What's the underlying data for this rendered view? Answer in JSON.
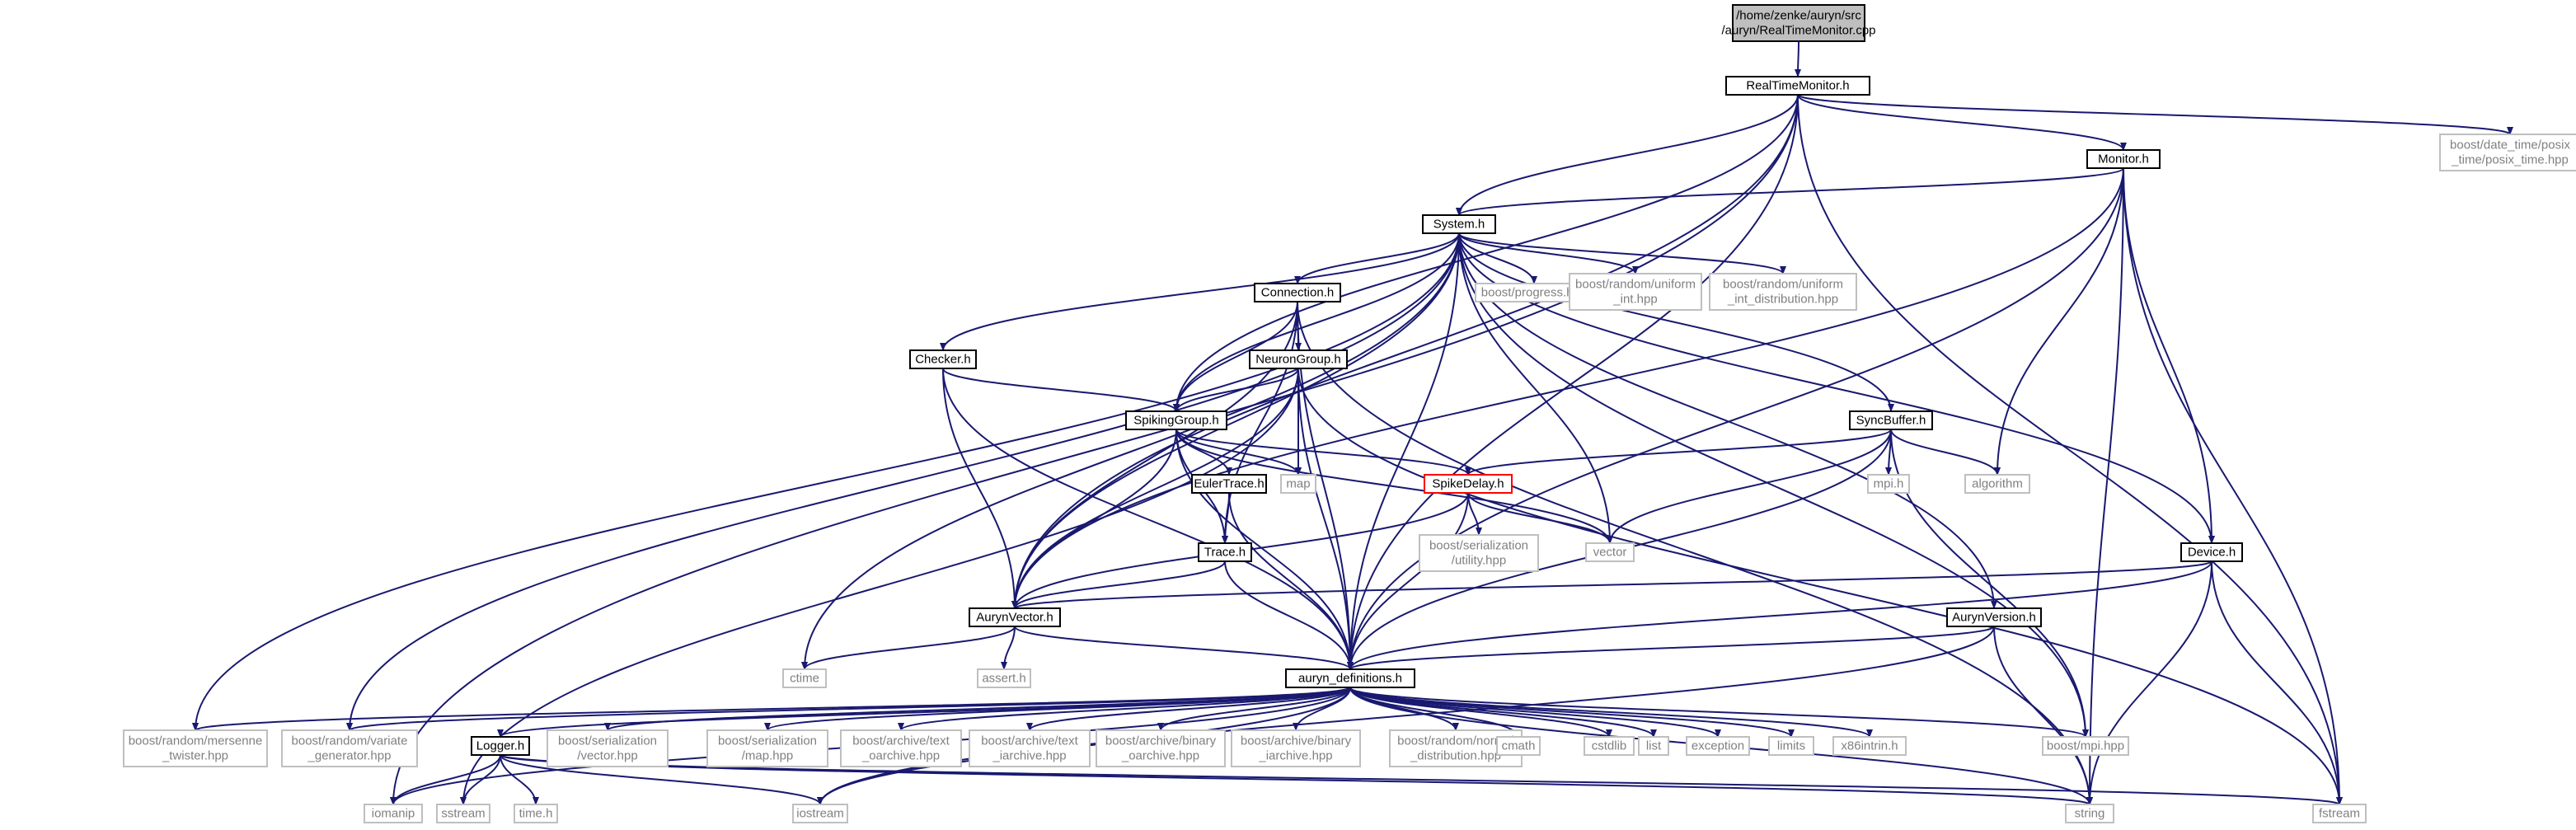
{
  "colors": {
    "edge": "#191970",
    "node_border": "#000000",
    "node_border_ext": "#bfbfbf",
    "node_border_incomplete": "#ff0000",
    "root_fill": "#bfbfbf",
    "node_text": "#000000",
    "ext_text": "#808080"
  },
  "nodes": [
    {
      "id": "root",
      "lines": [
        "/home/zenke/auryn/src",
        "/auryn/RealTimeMonitor.cpp"
      ],
      "kind": "root"
    },
    {
      "id": "rtm",
      "lines": [
        "RealTimeMonitor.h"
      ],
      "kind": "header"
    },
    {
      "id": "posix",
      "lines": [
        "boost/date_time/posix",
        "_time/posix_time.hpp"
      ],
      "kind": "external"
    },
    {
      "id": "monitor",
      "lines": [
        "Monitor.h"
      ],
      "kind": "header"
    },
    {
      "id": "system",
      "lines": [
        "System.h"
      ],
      "kind": "header"
    },
    {
      "id": "progress",
      "lines": [
        "boost/progress.hpp"
      ],
      "kind": "external"
    },
    {
      "id": "uniint",
      "lines": [
        "boost/random/uniform",
        "_int.hpp"
      ],
      "kind": "external"
    },
    {
      "id": "uniintd",
      "lines": [
        "boost/random/uniform",
        "_int_distribution.hpp"
      ],
      "kind": "external"
    },
    {
      "id": "connection",
      "lines": [
        "Connection.h"
      ],
      "kind": "header"
    },
    {
      "id": "neurongroup",
      "lines": [
        "NeuronGroup.h"
      ],
      "kind": "header"
    },
    {
      "id": "checker",
      "lines": [
        "Checker.h"
      ],
      "kind": "header"
    },
    {
      "id": "spiking",
      "lines": [
        "SpikingGroup.h"
      ],
      "kind": "header"
    },
    {
      "id": "syncbuffer",
      "lines": [
        "SyncBuffer.h"
      ],
      "kind": "header"
    },
    {
      "id": "eulertrace",
      "lines": [
        "EulerTrace.h"
      ],
      "kind": "header"
    },
    {
      "id": "map",
      "lines": [
        "map"
      ],
      "kind": "external"
    },
    {
      "id": "spikedelay",
      "lines": [
        "SpikeDelay.h"
      ],
      "kind": "incomplete"
    },
    {
      "id": "mpih",
      "lines": [
        "mpi.h"
      ],
      "kind": "external"
    },
    {
      "id": "algorithm",
      "lines": [
        "algorithm"
      ],
      "kind": "external"
    },
    {
      "id": "trace",
      "lines": [
        "Trace.h"
      ],
      "kind": "header"
    },
    {
      "id": "serutil",
      "lines": [
        "boost/serialization",
        "/utility.hpp"
      ],
      "kind": "external"
    },
    {
      "id": "vector",
      "lines": [
        "vector"
      ],
      "kind": "external"
    },
    {
      "id": "device",
      "lines": [
        "Device.h"
      ],
      "kind": "header"
    },
    {
      "id": "aurynvector",
      "lines": [
        "AurynVector.h"
      ],
      "kind": "header"
    },
    {
      "id": "aurynversion",
      "lines": [
        "AurynVersion.h"
      ],
      "kind": "header"
    },
    {
      "id": "ctime",
      "lines": [
        "ctime"
      ],
      "kind": "external"
    },
    {
      "id": "asserth",
      "lines": [
        "assert.h"
      ],
      "kind": "external"
    },
    {
      "id": "defs",
      "lines": [
        "auryn_definitions.h"
      ],
      "kind": "header"
    },
    {
      "id": "mersenne",
      "lines": [
        "boost/random/mersenne",
        "_twister.hpp"
      ],
      "kind": "external"
    },
    {
      "id": "variate",
      "lines": [
        "boost/random/variate",
        "_generator.hpp"
      ],
      "kind": "external"
    },
    {
      "id": "logger",
      "lines": [
        "Logger.h"
      ],
      "kind": "header"
    },
    {
      "id": "servector",
      "lines": [
        "boost/serialization",
        "/vector.hpp"
      ],
      "kind": "external"
    },
    {
      "id": "sermap",
      "lines": [
        "boost/serialization",
        "/map.hpp"
      ],
      "kind": "external"
    },
    {
      "id": "textoarch",
      "lines": [
        "boost/archive/text",
        "_oarchive.hpp"
      ],
      "kind": "external"
    },
    {
      "id": "textiarch",
      "lines": [
        "boost/archive/text",
        "_iarchive.hpp"
      ],
      "kind": "external"
    },
    {
      "id": "binoarch",
      "lines": [
        "boost/archive/binary",
        "_oarchive.hpp"
      ],
      "kind": "external"
    },
    {
      "id": "biniarch",
      "lines": [
        "boost/archive/binary",
        "_iarchive.hpp"
      ],
      "kind": "external"
    },
    {
      "id": "normal",
      "lines": [
        "boost/random/normal",
        "_distribution.hpp"
      ],
      "kind": "external"
    },
    {
      "id": "cmath",
      "lines": [
        "cmath"
      ],
      "kind": "external"
    },
    {
      "id": "cstdlib",
      "lines": [
        "cstdlib"
      ],
      "kind": "external"
    },
    {
      "id": "list",
      "lines": [
        "list"
      ],
      "kind": "external"
    },
    {
      "id": "exception",
      "lines": [
        "exception"
      ],
      "kind": "external"
    },
    {
      "id": "limits",
      "lines": [
        "limits"
      ],
      "kind": "external"
    },
    {
      "id": "x86",
      "lines": [
        "x86intrin.h"
      ],
      "kind": "external"
    },
    {
      "id": "mpihpp",
      "lines": [
        "boost/mpi.hpp"
      ],
      "kind": "external"
    },
    {
      "id": "iomanip",
      "lines": [
        "iomanip"
      ],
      "kind": "external"
    },
    {
      "id": "sstream",
      "lines": [
        "sstream"
      ],
      "kind": "external"
    },
    {
      "id": "timeh",
      "lines": [
        "time.h"
      ],
      "kind": "external"
    },
    {
      "id": "iostream",
      "lines": [
        "iostream"
      ],
      "kind": "external"
    },
    {
      "id": "string",
      "lines": [
        "string"
      ],
      "kind": "external"
    },
    {
      "id": "fstream",
      "lines": [
        "fstream"
      ],
      "kind": "external"
    }
  ],
  "edges": [
    [
      "root",
      "rtm"
    ],
    [
      "rtm",
      "posix"
    ],
    [
      "rtm",
      "monitor"
    ],
    [
      "rtm",
      "system"
    ],
    [
      "rtm",
      "spiking"
    ],
    [
      "rtm",
      "aurynvector"
    ],
    [
      "rtm",
      "defs"
    ],
    [
      "rtm",
      "iomanip"
    ],
    [
      "rtm",
      "fstream"
    ],
    [
      "monitor",
      "system"
    ],
    [
      "monitor",
      "aurynvector"
    ],
    [
      "monitor",
      "algorithm"
    ],
    [
      "monitor",
      "device"
    ],
    [
      "monitor",
      "defs"
    ],
    [
      "monitor",
      "string"
    ],
    [
      "monitor",
      "fstream"
    ],
    [
      "system",
      "progress"
    ],
    [
      "system",
      "uniint"
    ],
    [
      "system",
      "uniintd"
    ],
    [
      "system",
      "connection"
    ],
    [
      "system",
      "checker"
    ],
    [
      "system",
      "spiking"
    ],
    [
      "system",
      "syncbuffer"
    ],
    [
      "system",
      "device"
    ],
    [
      "system",
      "aurynvector"
    ],
    [
      "system",
      "aurynversion"
    ],
    [
      "system",
      "ctime"
    ],
    [
      "system",
      "defs"
    ],
    [
      "system",
      "mersenne"
    ],
    [
      "system",
      "variate"
    ],
    [
      "system",
      "vector"
    ],
    [
      "system",
      "mpihpp"
    ],
    [
      "connection",
      "neurongroup"
    ],
    [
      "connection",
      "spiking"
    ],
    [
      "connection",
      "trace"
    ],
    [
      "connection",
      "aurynvector"
    ],
    [
      "connection",
      "defs"
    ],
    [
      "connection",
      "string"
    ],
    [
      "neurongroup",
      "spiking"
    ],
    [
      "neurongroup",
      "map"
    ],
    [
      "neurongroup",
      "aurynvector"
    ],
    [
      "neurongroup",
      "defs"
    ],
    [
      "neurongroup",
      "fstream"
    ],
    [
      "neurongroup",
      "sstream"
    ],
    [
      "checker",
      "spiking"
    ],
    [
      "checker",
      "aurynvector"
    ],
    [
      "checker",
      "defs"
    ],
    [
      "spiking",
      "eulertrace"
    ],
    [
      "spiking",
      "map"
    ],
    [
      "spiking",
      "spikedelay"
    ],
    [
      "spiking",
      "trace"
    ],
    [
      "spiking",
      "aurynvector"
    ],
    [
      "spiking",
      "defs"
    ],
    [
      "spiking",
      "vector"
    ],
    [
      "syncbuffer",
      "spikedelay"
    ],
    [
      "syncbuffer",
      "mpih"
    ],
    [
      "syncbuffer",
      "algorithm"
    ],
    [
      "syncbuffer",
      "vector"
    ],
    [
      "syncbuffer",
      "defs"
    ],
    [
      "syncbuffer",
      "mpihpp"
    ],
    [
      "eulertrace",
      "trace"
    ],
    [
      "eulertrace",
      "defs"
    ],
    [
      "spikedelay",
      "serutil"
    ],
    [
      "spikedelay",
      "vector"
    ],
    [
      "spikedelay",
      "aurynvector"
    ],
    [
      "spikedelay",
      "defs"
    ],
    [
      "trace",
      "aurynvector"
    ],
    [
      "trace",
      "defs"
    ],
    [
      "device",
      "aurynvector"
    ],
    [
      "device",
      "defs"
    ],
    [
      "device",
      "string"
    ],
    [
      "device",
      "fstream"
    ],
    [
      "aurynvector",
      "ctime"
    ],
    [
      "aurynvector",
      "asserth"
    ],
    [
      "aurynvector",
      "defs"
    ],
    [
      "aurynversion",
      "defs"
    ],
    [
      "aurynversion",
      "iostream"
    ],
    [
      "aurynversion",
      "string"
    ],
    [
      "defs",
      "mersenne"
    ],
    [
      "defs",
      "variate"
    ],
    [
      "defs",
      "logger"
    ],
    [
      "defs",
      "servector"
    ],
    [
      "defs",
      "sermap"
    ],
    [
      "defs",
      "textoarch"
    ],
    [
      "defs",
      "textiarch"
    ],
    [
      "defs",
      "binoarch"
    ],
    [
      "defs",
      "biniarch"
    ],
    [
      "defs",
      "normal"
    ],
    [
      "defs",
      "cmath"
    ],
    [
      "defs",
      "cstdlib"
    ],
    [
      "defs",
      "list"
    ],
    [
      "defs",
      "exception"
    ],
    [
      "defs",
      "limits"
    ],
    [
      "defs",
      "x86"
    ],
    [
      "defs",
      "mpihpp"
    ],
    [
      "defs",
      "iomanip"
    ],
    [
      "defs",
      "iostream"
    ],
    [
      "defs",
      "string"
    ],
    [
      "logger",
      "iomanip"
    ],
    [
      "logger",
      "sstream"
    ],
    [
      "logger",
      "timeh"
    ],
    [
      "logger",
      "iostream"
    ],
    [
      "logger",
      "string"
    ],
    [
      "logger",
      "fstream"
    ]
  ]
}
